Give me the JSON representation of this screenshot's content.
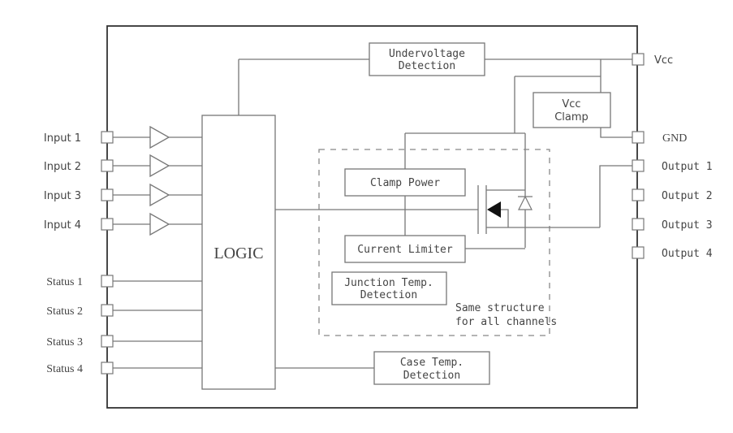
{
  "diagram": {
    "left_pins": {
      "inputs": [
        "Input 1",
        "Input 2",
        "Input 3",
        "Input 4"
      ],
      "status": [
        "Status 1",
        "Status 2",
        "Status 3",
        "Status 4"
      ]
    },
    "right_pins": {
      "vcc": "Vcc",
      "gnd": "GND",
      "outputs": [
        "Output 1",
        "Output 2",
        "Output 3",
        "Output 4"
      ]
    },
    "blocks": {
      "logic": "LOGIC",
      "undervoltage": [
        "Undervoltage",
        "Detection"
      ],
      "vcc_clamp": [
        "Vcc",
        "Clamp"
      ],
      "clamp_power": "Clamp Power",
      "current_limiter": "Current Limiter",
      "junction_temp": [
        "Junction Temp.",
        "Detection"
      ],
      "case_temp": [
        "Case Temp.",
        "Detection"
      ]
    },
    "note": [
      "Same structure",
      "for all channels"
    ]
  }
}
